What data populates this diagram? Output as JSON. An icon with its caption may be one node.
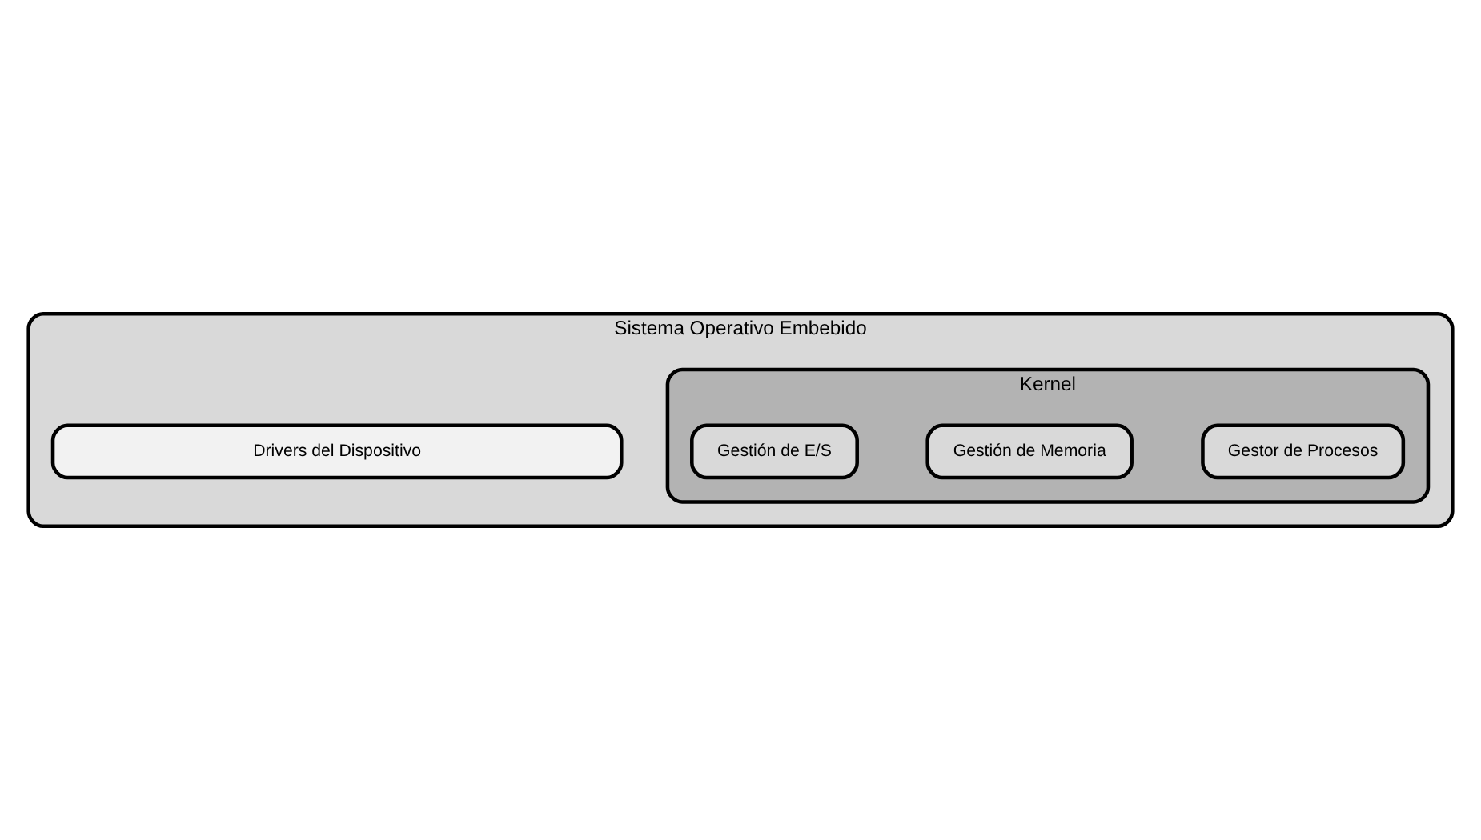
{
  "diagram": {
    "nodes": [
      {
        "text": [
          "Sistema Operativo Embebido"
        ]
      },
      {
        "text": [
          "Kernel"
        ],
        "in": 0
      },
      {
        "text": [
          "Gestor de Procesos"
        ],
        "in": 1
      },
      {
        "text": [
          "Gestión de Memoria"
        ],
        "in": 1
      },
      {
        "text": [
          "Gestión de E/S"
        ],
        "in": 1
      },
      {
        "text": [
          "Drivers del Dispositivo"
        ],
        "in": 0
      }
    ]
  }
}
